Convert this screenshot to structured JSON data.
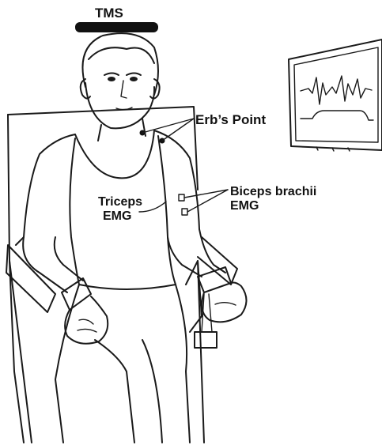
{
  "labels": {
    "tms": "TMS",
    "erbs_point": "Erb’s Point",
    "triceps_line1": "Triceps",
    "triceps_line2": "EMG",
    "biceps_line1": "Biceps brachii",
    "biceps_line2": "EMG"
  },
  "colors": {
    "ink": "#1a1a1a",
    "coil": "#111111",
    "background": "#ffffff"
  }
}
